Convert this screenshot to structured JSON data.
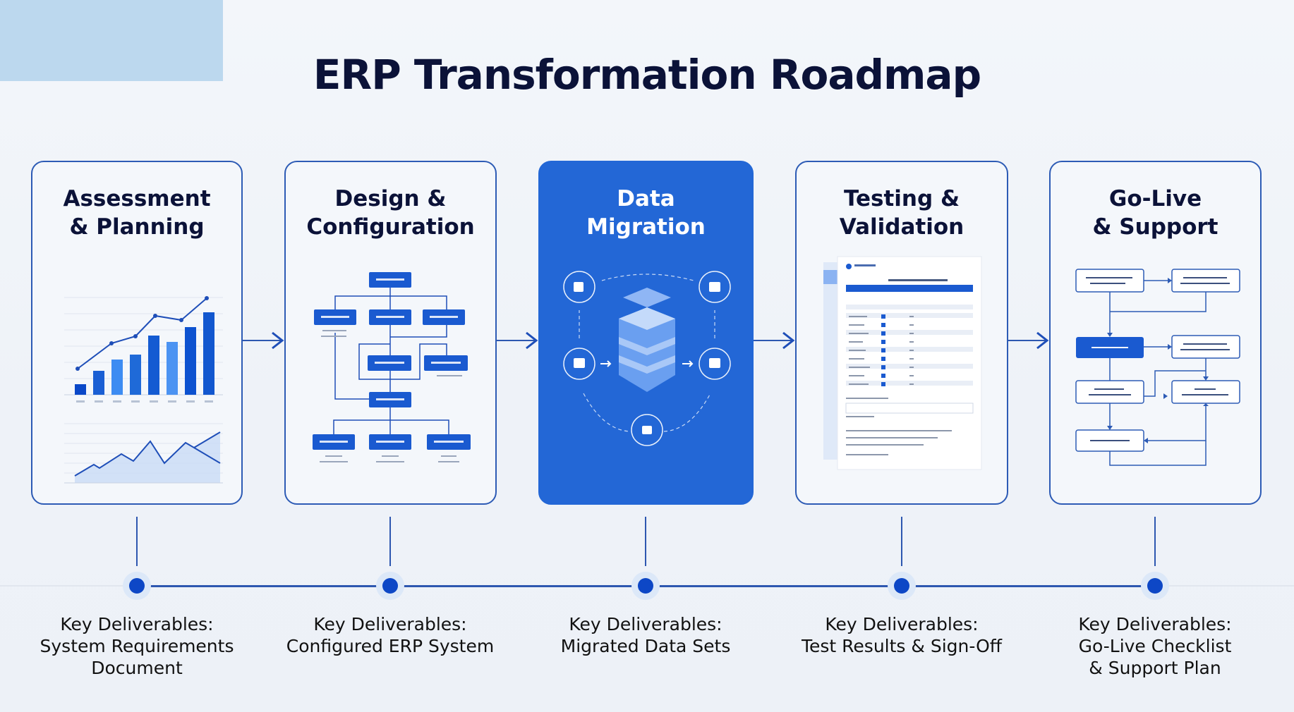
{
  "title": "ERP Transformation Roadmap",
  "colors": {
    "accent": "#2367d6",
    "line": "#2d57b0",
    "dot": "#0d47c6",
    "corner": "#bcd8ee"
  },
  "phases": [
    {
      "title_line1": "Assessment",
      "title_line2": "& Planning",
      "illustration": "bar-and-line-charts",
      "deliverable_label": "Key Deliverables:",
      "deliverable_line1": "System Requirements",
      "deliverable_line2": "Document"
    },
    {
      "title_line1": "Design &",
      "title_line2": "Configuration",
      "illustration": "configuration-flowchart",
      "deliverable_label": "Key Deliverables:",
      "deliverable_line1": "Configured ERP System",
      "deliverable_line2": ""
    },
    {
      "title_line1": "Data",
      "title_line2": "Migration",
      "illustration": "data-migration-stack",
      "active": true,
      "deliverable_label": "Key Deliverables:",
      "deliverable_line1": "Migrated Data Sets",
      "deliverable_line2": ""
    },
    {
      "title_line1": "Testing &",
      "title_line2": "Validation",
      "illustration": "test-report-document",
      "deliverable_label": "Key Deliverables:",
      "deliverable_line1": "Test Results & Sign-Off",
      "deliverable_line2": ""
    },
    {
      "title_line1": "Go-Live",
      "title_line2": "& Support",
      "illustration": "support-process-flowchart",
      "deliverable_label": "Key Deliverables:",
      "deliverable_line1": "Go-Live Checklist",
      "deliverable_line2": "& Support Plan"
    }
  ],
  "icons": [
    "arrow-right-icon",
    "timeline-dot-icon",
    "database-stack-icon",
    "server-icon",
    "document-icon",
    "lock-icon",
    "user-icon"
  ]
}
